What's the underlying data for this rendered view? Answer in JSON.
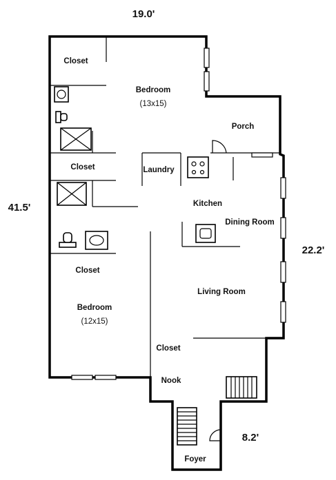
{
  "dimensions": {
    "top": "19.0'",
    "left": "41.5'",
    "right": "22.2'",
    "bottom": "8.2'"
  },
  "rooms": {
    "closet_top": "Closet",
    "bedroom_top": "Bedroom",
    "bedroom_top_size": "(13x15)",
    "porch": "Porch",
    "closet_mid": "Closet",
    "laundry": "Laundry",
    "kitchen": "Kitchen",
    "dining_room": "Dining Room",
    "closet_lower": "Closet",
    "living_room": "Living Room",
    "bedroom_bottom": "Bedroom",
    "bedroom_bottom_size": "(12x15)",
    "closet_nook": "Closet",
    "nook": "Nook",
    "foyer": "Foyer"
  },
  "fixtures": [
    "toilet-icon",
    "sink-icon",
    "shower-icon",
    "stove-icon",
    "stairs-icon",
    "door-icon",
    "window-icon"
  ]
}
